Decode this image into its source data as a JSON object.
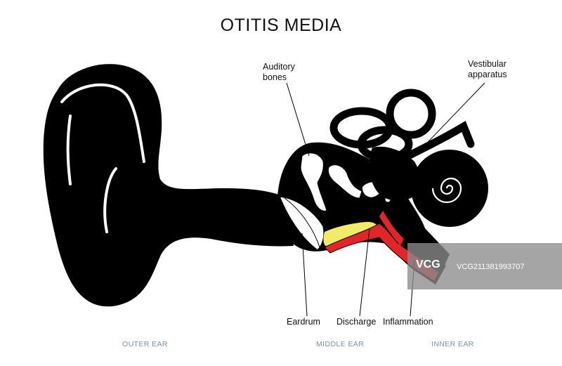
{
  "title": "OTITIS MEDIA",
  "labels": {
    "auditory_bones": [
      "Auditory",
      "bones"
    ],
    "vestibular_apparatus": [
      "Vestibular",
      "apparatus"
    ],
    "eardrum": "Eardrum",
    "discharge": "Discharge",
    "inflammation": "Inflammation"
  },
  "regions": {
    "outer_ear": "OUTER EAR",
    "middle_ear": "MIDDLE EAR",
    "inner_ear": "INNER EAR"
  },
  "watermark": {
    "logo": "VCG",
    "text": "VCG211381993707"
  },
  "colors": {
    "anatomy": "#000000",
    "discharge": "#f3ea6a",
    "inflammation": "#e0262b",
    "region_label": "#7a8fb0"
  }
}
